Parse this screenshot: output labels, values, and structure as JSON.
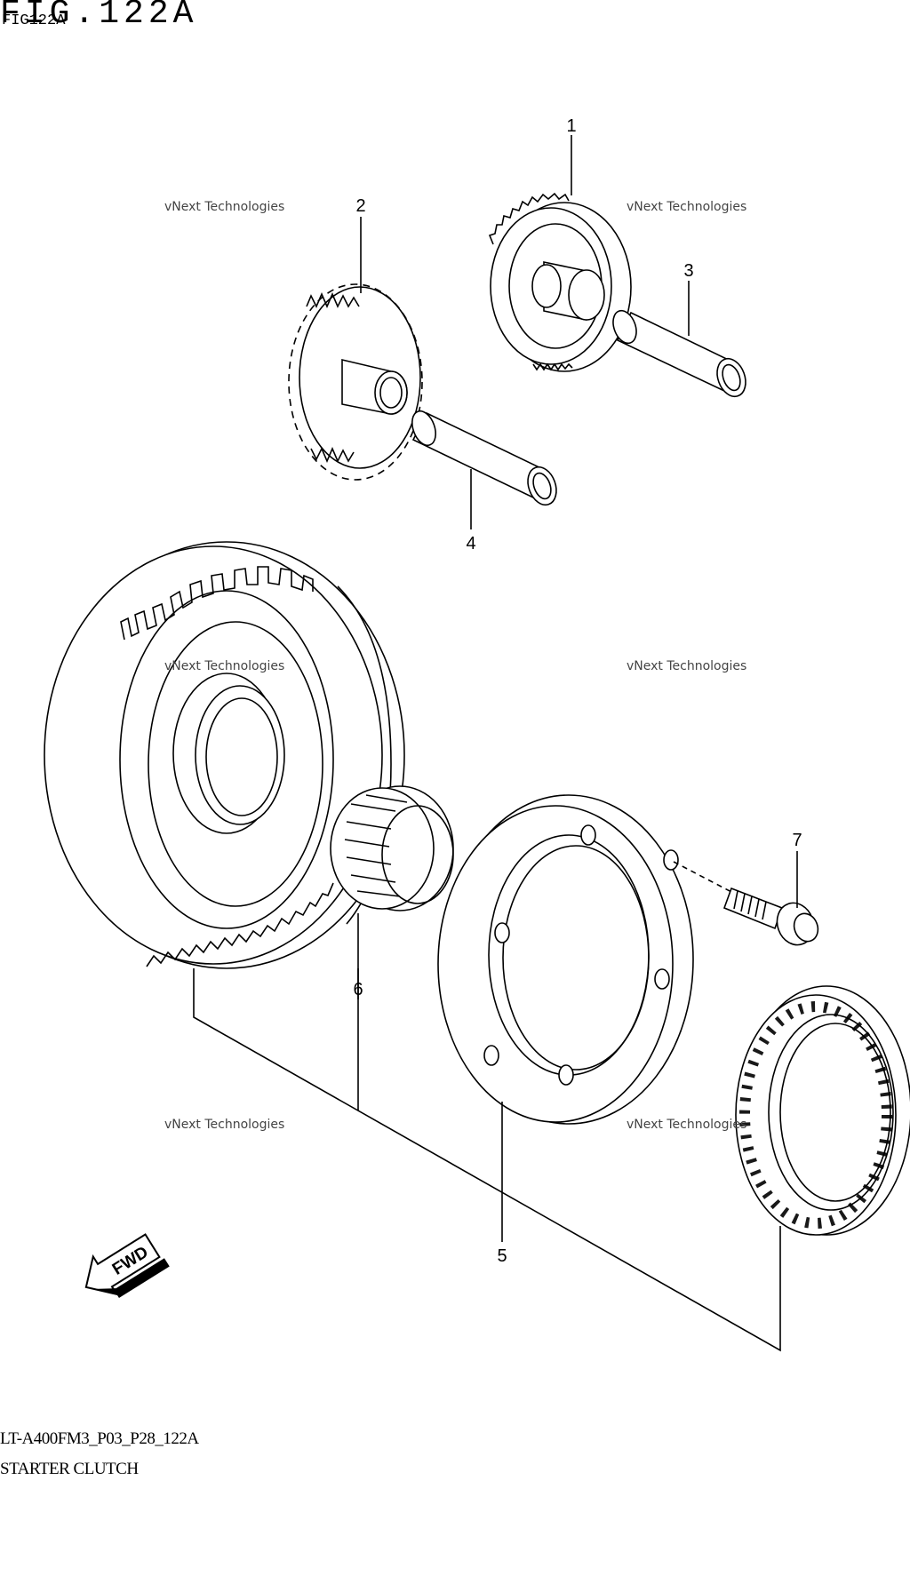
{
  "header": {
    "figure_title": "FIG.122A",
    "figure_ref": "FIG122A"
  },
  "footer": {
    "model_code": "LT-A400FM3_P03_P28_122A",
    "section_title": "STARTER CLUTCH"
  },
  "callouts": [
    "1",
    "2",
    "3",
    "4",
    "5",
    "6",
    "7"
  ],
  "direction_badge": "FWD",
  "watermark": {
    "line1": "vNext Technologies",
    "line2": "vNext",
    "line3": "Technologies"
  }
}
